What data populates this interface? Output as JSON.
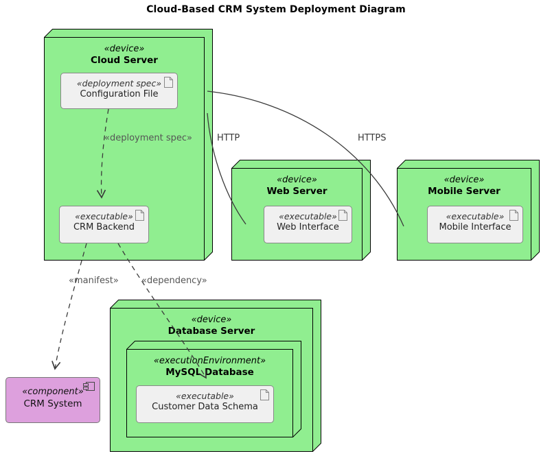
{
  "title": "Cloud-Based CRM System Deployment Diagram",
  "colors": {
    "node_fill": "#90EE90",
    "artifact_fill": "#F0F0F0",
    "component_fill": "#DDA0DD",
    "stroke": "#000000",
    "label_gray": "#555555",
    "background": "#FFFFFF"
  },
  "nodes": {
    "cloud_server": {
      "stereotype": "«device»",
      "name": "Cloud Server"
    },
    "web_server": {
      "stereotype": "«device»",
      "name": "Web Server"
    },
    "mobile_server": {
      "stereotype": "«device»",
      "name": "Mobile Server"
    },
    "database_server": {
      "stereotype": "«device»",
      "name": "Database Server"
    },
    "mysql_database": {
      "stereotype": "«executionEnvironment»",
      "name": "MySQL Database"
    }
  },
  "artifacts": {
    "configuration_file": {
      "stereotype": "«deployment spec»",
      "name": "Configuration File"
    },
    "crm_backend": {
      "stereotype": "«executable»",
      "name": "CRM Backend"
    },
    "web_interface": {
      "stereotype": "«executable»",
      "name": "Web Interface"
    },
    "mobile_interface": {
      "stereotype": "«executable»",
      "name": "Mobile Interface"
    },
    "customer_data_schema": {
      "stereotype": "«executable»",
      "name": "Customer Data Schema"
    }
  },
  "components": {
    "crm_system": {
      "stereotype": "«component»",
      "name": "CRM System"
    }
  },
  "edges": {
    "deployment_spec": {
      "label": "«deployment spec»",
      "style": "dashed"
    },
    "http": {
      "label": "HTTP",
      "style": "solid"
    },
    "https": {
      "label": "HTTPS",
      "style": "solid"
    },
    "manifest": {
      "label": "«manifest»",
      "style": "dashed"
    },
    "dependency": {
      "label": "«dependency»",
      "style": "dashed"
    }
  },
  "icons": {
    "document": "document-icon",
    "component": "component-icon"
  }
}
